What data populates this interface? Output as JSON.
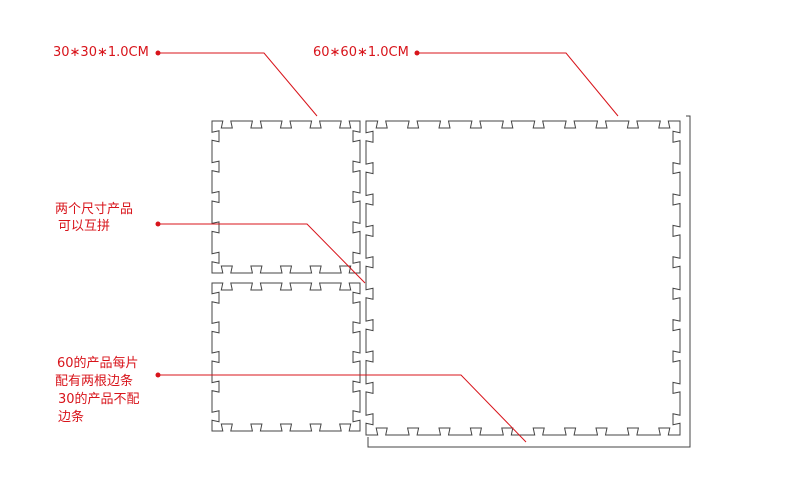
{
  "colors": {
    "annotation": "#d8141b",
    "outline": "#444444"
  },
  "annotations": {
    "small_size": "30∗30∗1.0CM",
    "large_size": "60∗60∗1.0CM",
    "interlock": [
      "两个尺寸产品",
      "可以互拼"
    ],
    "edge_strip": [
      "60的产品每片",
      "配有两根边条",
      "30的产品不配",
      "边条"
    ]
  },
  "tiles": [
    {
      "name": "small-tile-top",
      "size": "30∗30∗1.0CM"
    },
    {
      "name": "small-tile-bottom",
      "size": "30∗30∗1.0CM"
    },
    {
      "name": "large-tile",
      "size": "60∗60∗1.0CM",
      "edge_strips": 2
    }
  ]
}
